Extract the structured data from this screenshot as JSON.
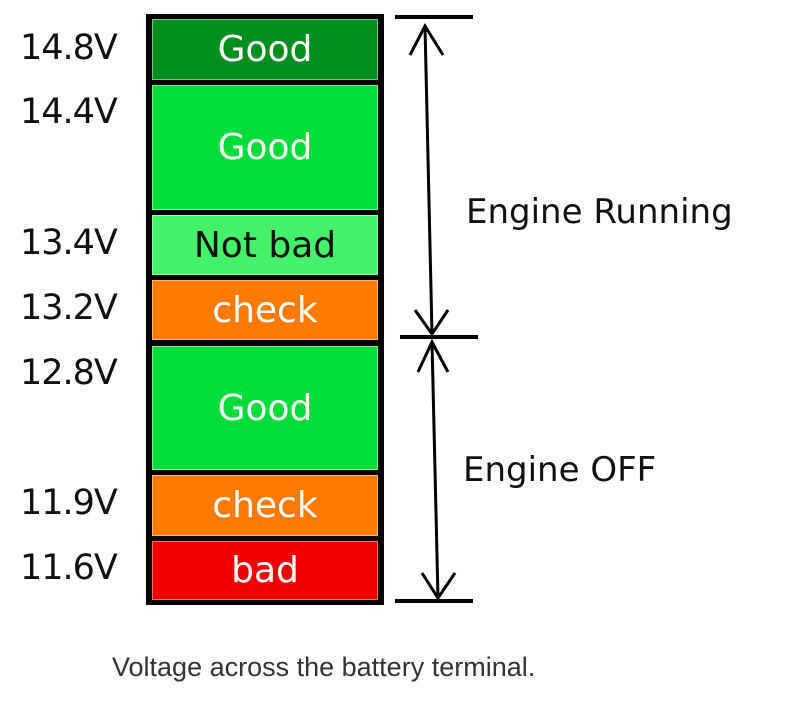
{
  "segments": [
    {
      "voltage": "14.8V",
      "status": "Good",
      "color": "#008f1f",
      "text_color": "#ffffff"
    },
    {
      "voltage": "14.4V",
      "status": "Good",
      "color": "#00dd3a",
      "text_color": "#ffffff"
    },
    {
      "voltage": "13.4V",
      "status": "Not bad",
      "color": "#45f06a",
      "text_color": "#111111"
    },
    {
      "voltage": "13.2V",
      "status": "check",
      "color": "#ff7a00",
      "text_color": "#ffffff"
    },
    {
      "voltage": "12.8V",
      "status": "Good",
      "color": "#00dd3a",
      "text_color": "#ffffff"
    },
    {
      "voltage": "11.9V",
      "status": "check",
      "color": "#ff7a00",
      "text_color": "#ffffff"
    },
    {
      "voltage": "11.6V",
      "status": "bad",
      "color": "#f20000",
      "text_color": "#ffffff"
    }
  ],
  "ranges": {
    "running": "Engine Running",
    "off": "Engine OFF"
  },
  "caption": "Voltage across the battery terminal."
}
